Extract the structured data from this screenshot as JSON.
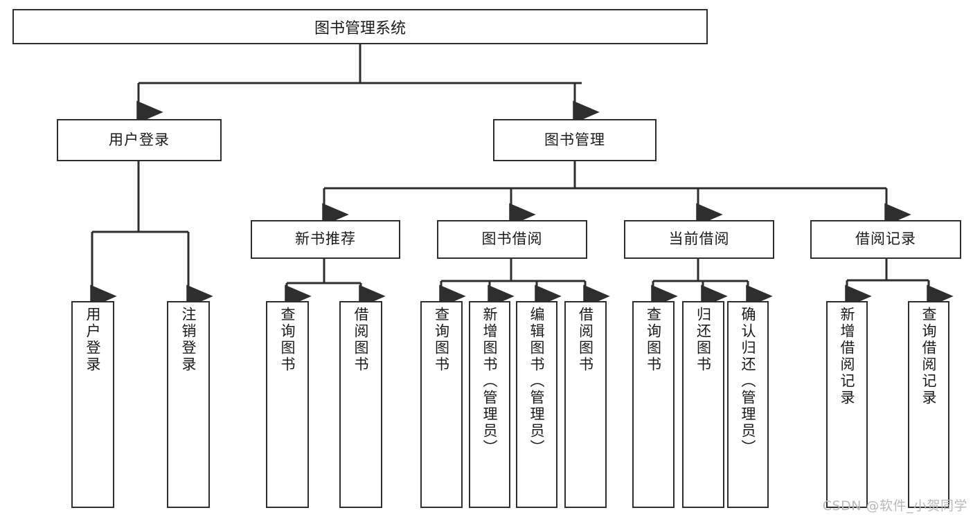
{
  "diagram": {
    "title": "图书管理系统",
    "type": "tree-hierarchy-diagram",
    "watermark": "CSDN @软件_小贺同学",
    "colors": {
      "box_border": "#2e2e2e",
      "box_fill": "#ffffff",
      "connector": "#2e2e2e",
      "text": "#1a1a1a",
      "watermark": "#b9b9b9",
      "background": "#ffffff"
    },
    "levels": {
      "root": {
        "label": "图书管理系统"
      },
      "level2": [
        {
          "id": "user-login",
          "label": "用户登录"
        },
        {
          "id": "book-manage",
          "label": "图书管理"
        }
      ],
      "level3": [
        {
          "id": "new-book-recommend",
          "label": "新书推荐"
        },
        {
          "id": "book-borrow",
          "label": "图书借阅"
        },
        {
          "id": "current-borrow",
          "label": "当前借阅"
        },
        {
          "id": "borrow-record",
          "label": "借阅记录"
        }
      ],
      "leaves": {
        "user-login": [
          {
            "id": "leaf-user-login",
            "label": "用户登录"
          },
          {
            "id": "leaf-user-logout",
            "label": "注销登录"
          }
        ],
        "new-book-recommend": [
          {
            "id": "leaf-query-book-1",
            "label": "查询图书"
          },
          {
            "id": "leaf-borrow-book-1",
            "label": "借阅图书"
          }
        ],
        "book-borrow": [
          {
            "id": "leaf-query-book-2",
            "label": "查询图书"
          },
          {
            "id": "leaf-add-book",
            "label": "新增图书（管理员）"
          },
          {
            "id": "leaf-edit-book",
            "label": "编辑图书（管理员）"
          },
          {
            "id": "leaf-borrow-book-2",
            "label": "借阅图书"
          }
        ],
        "current-borrow": [
          {
            "id": "leaf-query-book-3",
            "label": "查询图书"
          },
          {
            "id": "leaf-return-book",
            "label": "归还图书"
          },
          {
            "id": "leaf-confirm-return",
            "label": "确认归还（管理员）"
          }
        ],
        "borrow-record": [
          {
            "id": "leaf-add-record",
            "label": "新增借阅记录"
          },
          {
            "id": "leaf-query-record",
            "label": "查询借阅记录"
          }
        ]
      }
    }
  }
}
